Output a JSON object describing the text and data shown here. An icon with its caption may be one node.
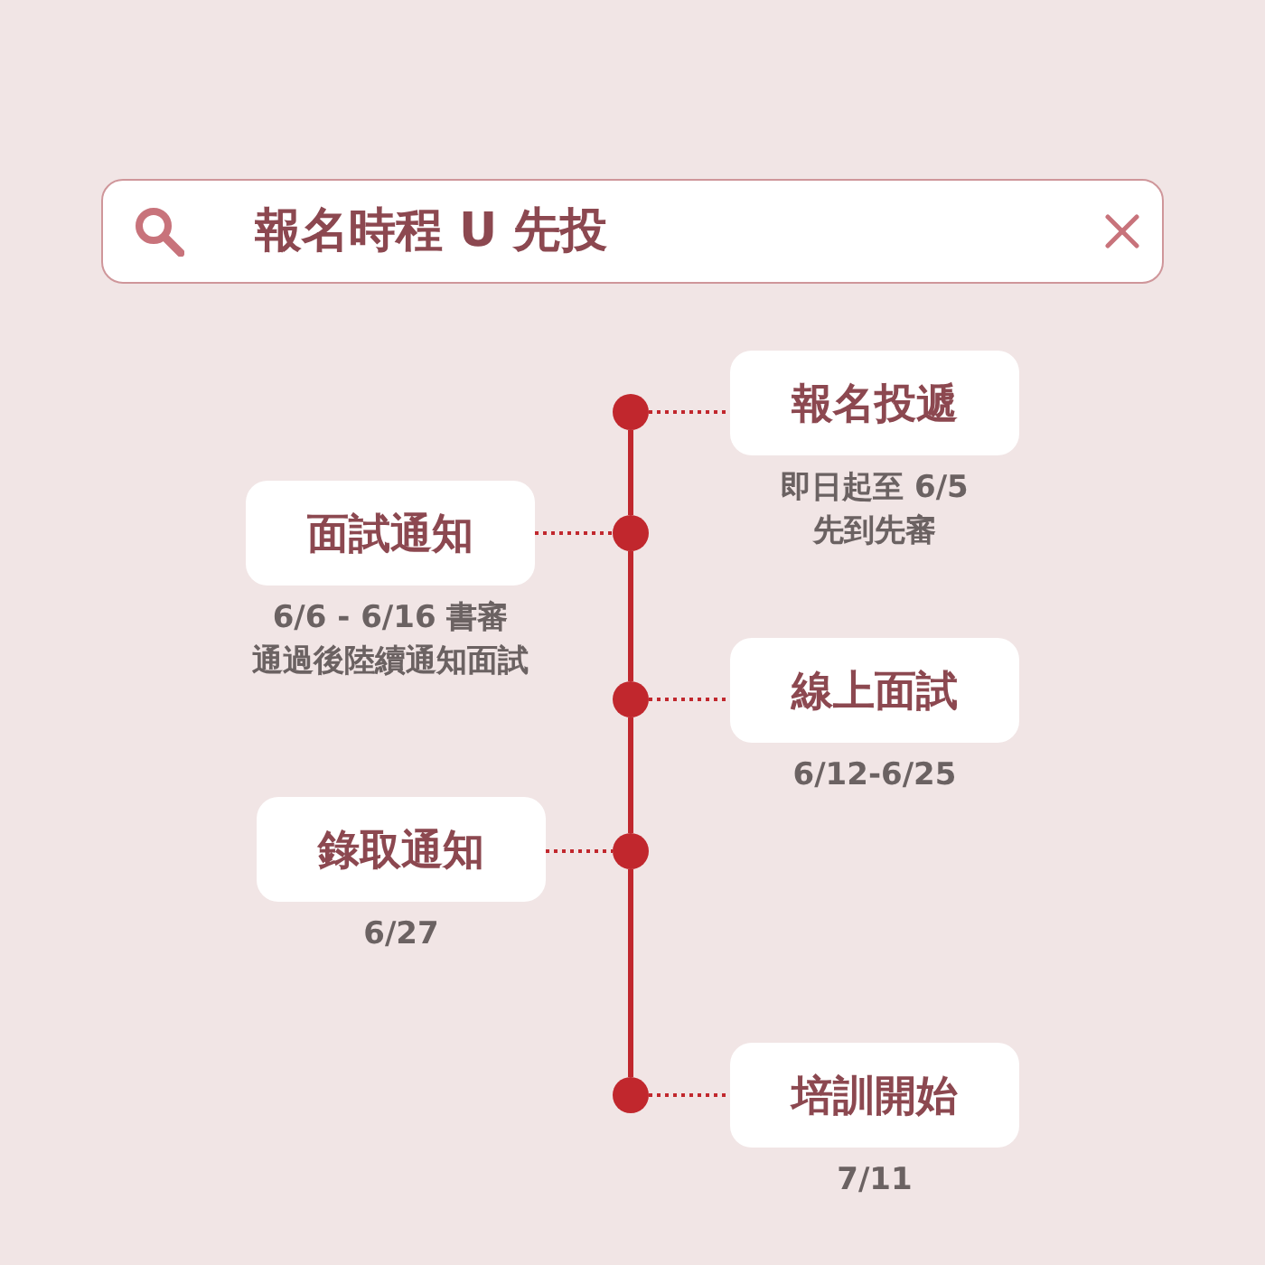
{
  "diagram": {
    "title": "報名時程 U 先投",
    "nodes": [
      {
        "text": [],
        "shape": "circle"
      },
      {
        "text": [
          "報名投遞"
        ],
        "beside": [
          "即日起至 6/5",
          "先到先審"
        ]
      },
      {
        "text": [
          "面試通知"
        ],
        "beside": [
          "6/6 - 6/16 書審",
          "通過後陸續通知面試"
        ]
      },
      {
        "text": [],
        "shape": "circle"
      },
      {
        "text": [],
        "shape": "circle"
      },
      {
        "text": [
          "線上面試"
        ],
        "beside": [
          "6/12-6/25"
        ]
      },
      {
        "text": [
          "錄取通知"
        ],
        "beside": [
          "6/27"
        ]
      },
      {
        "text": [],
        "shape": "circle"
      },
      {
        "text": [],
        "shape": "circle"
      },
      {
        "text": [
          "培訓開始"
        ],
        "beside": [
          "7/11"
        ]
      }
    ],
    "edges": [
      {
        "from": 0,
        "to": 1,
        "arrow": "none",
        "style": "dashed"
      },
      {
        "from": 0,
        "to": 3,
        "arrow": "none"
      },
      {
        "from": 2,
        "to": 3,
        "arrow": "none",
        "style": "dashed"
      },
      {
        "from": 3,
        "to": 4,
        "arrow": "none"
      },
      {
        "from": 4,
        "to": 5,
        "arrow": "none",
        "style": "dashed"
      },
      {
        "from": 4,
        "to": 7,
        "arrow": "none"
      },
      {
        "from": 6,
        "to": 7,
        "arrow": "none",
        "style": "dashed"
      },
      {
        "from": 7,
        "to": 8,
        "arrow": "none"
      },
      {
        "from": 8,
        "to": 9,
        "arrow": "none",
        "style": "dashed"
      }
    ]
  }
}
